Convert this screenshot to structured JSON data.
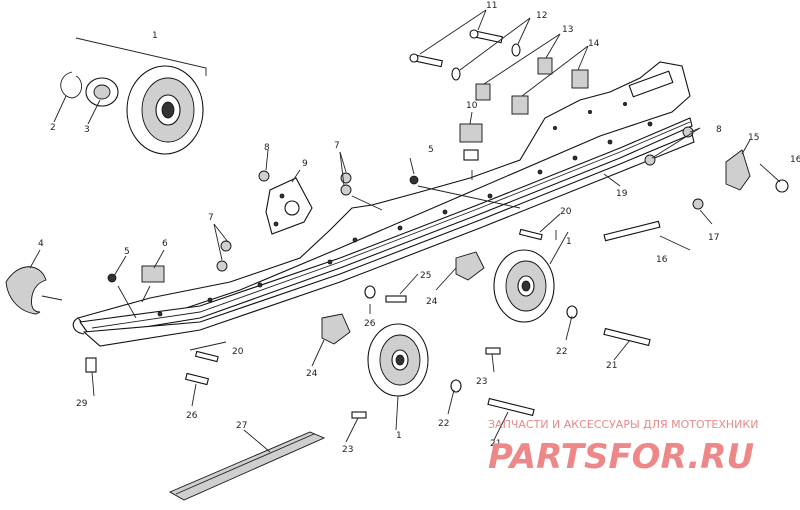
{
  "diagram": {
    "callouts": [
      {
        "id": "c1a",
        "text": "1"
      },
      {
        "id": "c1b",
        "text": "1"
      },
      {
        "id": "c1c",
        "text": "1"
      },
      {
        "id": "c2",
        "text": "2"
      },
      {
        "id": "c3",
        "text": "3"
      },
      {
        "id": "c4",
        "text": "4"
      },
      {
        "id": "c5a",
        "text": "5"
      },
      {
        "id": "c5b",
        "text": "5"
      },
      {
        "id": "c6",
        "text": "6"
      },
      {
        "id": "c7a",
        "text": "7"
      },
      {
        "id": "c7b",
        "text": "7"
      },
      {
        "id": "c8a",
        "text": "8"
      },
      {
        "id": "c8b",
        "text": "8"
      },
      {
        "id": "c9",
        "text": "9"
      },
      {
        "id": "c10",
        "text": "10"
      },
      {
        "id": "c11",
        "text": "11"
      },
      {
        "id": "c12",
        "text": "12"
      },
      {
        "id": "c13",
        "text": "13"
      },
      {
        "id": "c14",
        "text": "14"
      },
      {
        "id": "c15",
        "text": "15"
      },
      {
        "id": "c16",
        "text": "16"
      },
      {
        "id": "c16b",
        "text": "16"
      },
      {
        "id": "c17",
        "text": "17"
      },
      {
        "id": "c19",
        "text": "19"
      },
      {
        "id": "c20a",
        "text": "20"
      },
      {
        "id": "c20b",
        "text": "20"
      },
      {
        "id": "c21a",
        "text": "21"
      },
      {
        "id": "c21b",
        "text": "21"
      },
      {
        "id": "c22a",
        "text": "22"
      },
      {
        "id": "c22b",
        "text": "22"
      },
      {
        "id": "c23a",
        "text": "23"
      },
      {
        "id": "c23b",
        "text": "23"
      },
      {
        "id": "c24a",
        "text": "24"
      },
      {
        "id": "c24b",
        "text": "24"
      },
      {
        "id": "c25",
        "text": "25"
      },
      {
        "id": "c26a",
        "text": "26"
      },
      {
        "id": "c26b",
        "text": "26"
      },
      {
        "id": "c27",
        "text": "27"
      },
      {
        "id": "c29",
        "text": "29"
      }
    ]
  },
  "watermark": {
    "caption": "ЗАПЧАСТИ И АКСЕССУАРЫ ДЛЯ МОТОТЕХНИКИ",
    "logo": "PARTSFOR.RU"
  }
}
